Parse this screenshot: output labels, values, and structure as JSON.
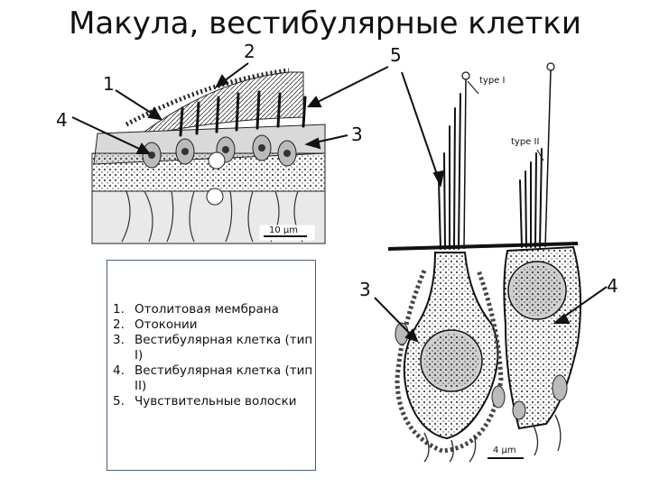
{
  "title": "Макула, вестибулярные клетки",
  "callouts": {
    "n1": "1",
    "n2": "2",
    "n3_top": "3",
    "n4_left": "4",
    "n5": "5",
    "n3_right": "3",
    "n4_right": "4"
  },
  "figure_labels": {
    "type1": "type I",
    "type2": "type II",
    "scale_left": "10 µm",
    "scale_right": "4 µm"
  },
  "legend": {
    "items": [
      {
        "num": "1.",
        "text": "Отолитовая мембрана"
      },
      {
        "num": "2.",
        "text": "Отоконии"
      },
      {
        "num": "3.",
        "text": "Вестибулярная клетка (тип I)"
      },
      {
        "num": "4.",
        "text": "Вестибулярная клетка (тип II)"
      },
      {
        "num": "5.",
        "text": "Чувствительные волоски"
      }
    ]
  }
}
